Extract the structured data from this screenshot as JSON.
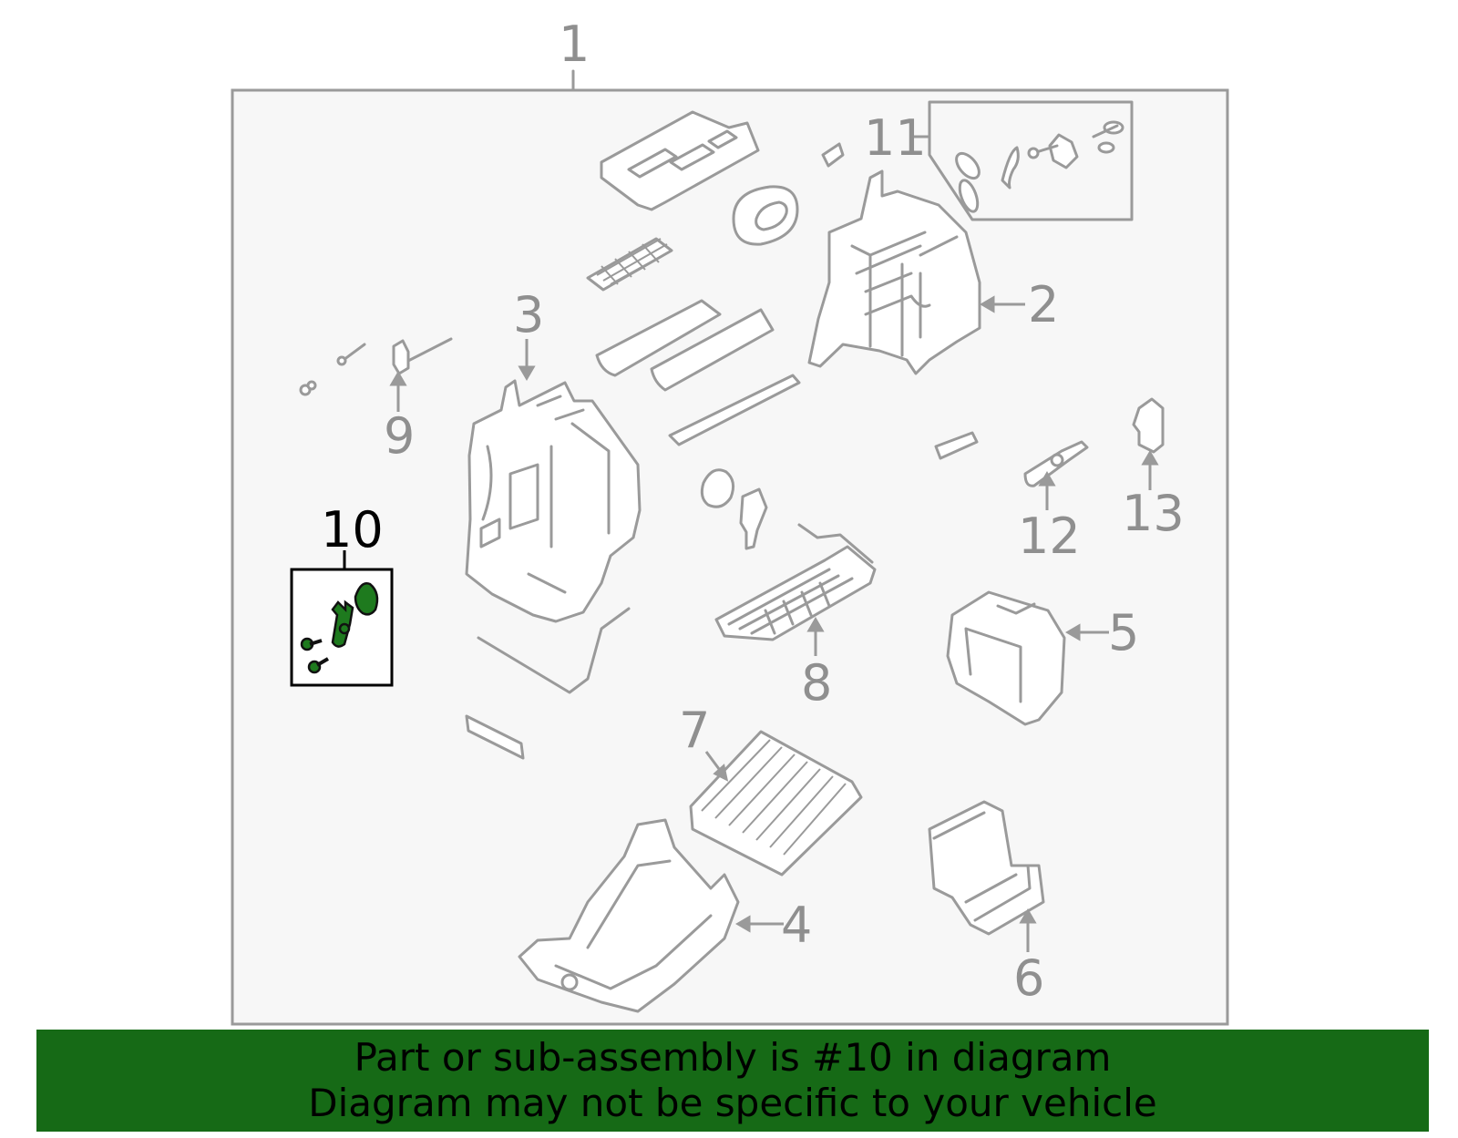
{
  "diagram": {
    "callouts": [
      {
        "id": "1",
        "label": "1"
      },
      {
        "id": "2",
        "label": "2"
      },
      {
        "id": "3",
        "label": "3"
      },
      {
        "id": "4",
        "label": "4"
      },
      {
        "id": "5",
        "label": "5"
      },
      {
        "id": "6",
        "label": "6"
      },
      {
        "id": "7",
        "label": "7"
      },
      {
        "id": "8",
        "label": "8"
      },
      {
        "id": "9",
        "label": "9"
      },
      {
        "id": "10",
        "label": "10"
      },
      {
        "id": "11",
        "label": "11"
      },
      {
        "id": "12",
        "label": "12"
      },
      {
        "id": "13",
        "label": "13"
      }
    ],
    "highlighted_part": "10",
    "colors": {
      "line_art": "#9a9a9a",
      "highlight_part": "#1e7a1e",
      "banner": "#166a16",
      "panel": "#f7f7f7"
    }
  },
  "banner": {
    "line1": "Part or sub-assembly is #10 in diagram",
    "line2": "Diagram may not be specific to your vehicle"
  }
}
